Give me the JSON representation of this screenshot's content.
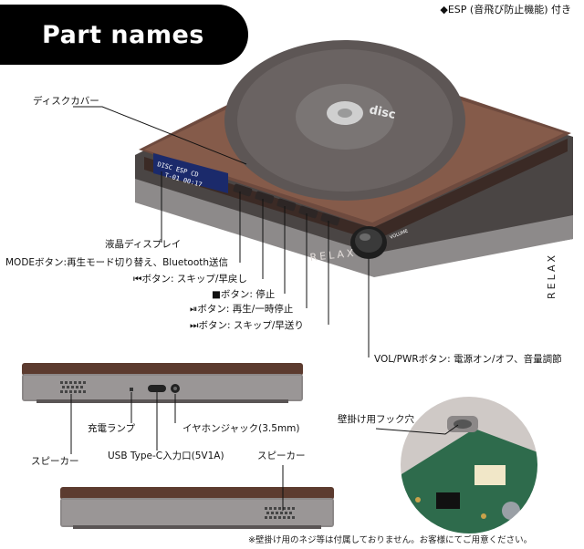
{
  "header": {
    "title": "Part names",
    "esp_note": "◆ESP (音飛び防止機能) 付き"
  },
  "display": {
    "line1": "DISC      ESP  CD",
    "line2": "T-01  00:17"
  },
  "labels": {
    "disc_cover": "ディスクカバー",
    "lcd": "液晶ディスプレイ",
    "mode_button": "MODEボタン:再生モード切り替え、Bluetooth送信",
    "prev_button": "⏮ボタン: スキップ/早戻し",
    "stop_button": "■ボタン: 停止",
    "play_button": "⏯ボタン: 再生/一時停止",
    "next_button": "⏭ボタン: スキップ/早送り",
    "vol_button": "VOL/PWRボタン: 電源オン/オフ、音量調節",
    "charge_lamp": "充電ランプ",
    "earphone_jack": "イヤホンジャック(3.5mm)",
    "usb_port": "USB Type-C入力口(5V1A)",
    "speaker_left": "スピーカー",
    "speaker_bottom": "スピーカー",
    "hook_hole": "壁掛け用フック穴"
  },
  "device_text": {
    "brand": "RELAX",
    "brand_vertical": "RELAX",
    "vol_label": "VOLUME",
    "disc_brand": "disc"
  },
  "footnote": "※壁掛け用のネジ等は付属しておりません。お客様にてご用意ください。"
}
